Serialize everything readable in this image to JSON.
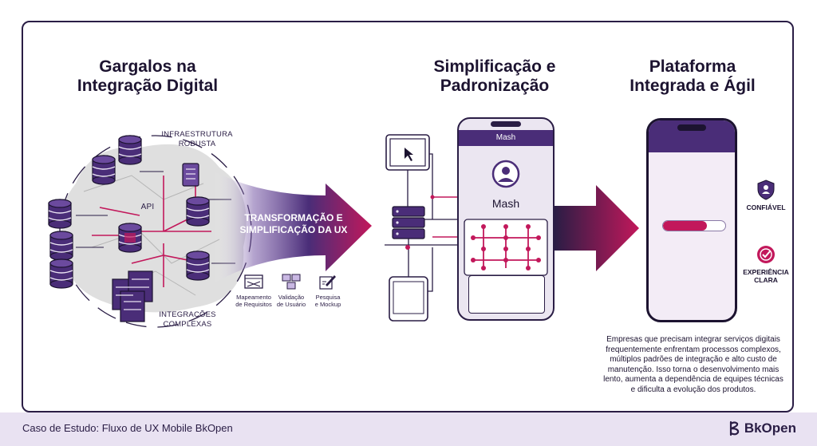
{
  "headings": {
    "left": "Gargalos na Integração Digital",
    "left_line1": "Gargalos na",
    "left_line2": "Integração Digital",
    "middle_line1": "Simplificação e",
    "middle_line2": "Padronização",
    "right_line1": "Plataforma",
    "right_line2": "Integrada e Ágil"
  },
  "left_labels": {
    "infra_line1": "INFRAESTRUTURA",
    "infra_line2": "ROBUSTA",
    "api": "API",
    "integrations_line1": "INTEGRAÇÕES",
    "integrations_line2": "COMPLEXAS"
  },
  "transform_arrow": {
    "line1": "TRANSFORMAÇÃO E",
    "line2": "SIMPLIFICAÇÃO DA UX"
  },
  "steps": [
    {
      "line1": "Mapeamento",
      "line2": "de Requisitos"
    },
    {
      "line1": "Validação",
      "line2": "de Usuário"
    },
    {
      "line1": "Pesquisa",
      "line2": "e Mockup"
    }
  ],
  "mockup": {
    "header": "Mash",
    "name": "Mash"
  },
  "badges": [
    {
      "line1": "CONFIÁVEL",
      "line2": "",
      "icon": "shield-user-icon"
    },
    {
      "line1": "EXPERIÊNCIA",
      "line2": "CLARA",
      "icon": "check-badge-icon"
    }
  ],
  "description": "Empresas que precisam integrar serviços digitais frequentemente enfrentam processos complexos, múltiplos padrões de integração e alto custo de manutenção. Isso torna o desenvolvimento mais lento, aumenta a dependência de equipes técnicas e dificulta a evolução dos produtos.",
  "footer": {
    "caption": "Caso de Estudo: Fluxo de UX Mobile BkOpen",
    "brand": "BkOpen"
  },
  "colors": {
    "dark": "#2a1d45",
    "purple": "#5b3a8e",
    "magenta": "#c2185b",
    "lavender": "#e9e2f2",
    "gray_blob": "#dcdcdc"
  }
}
